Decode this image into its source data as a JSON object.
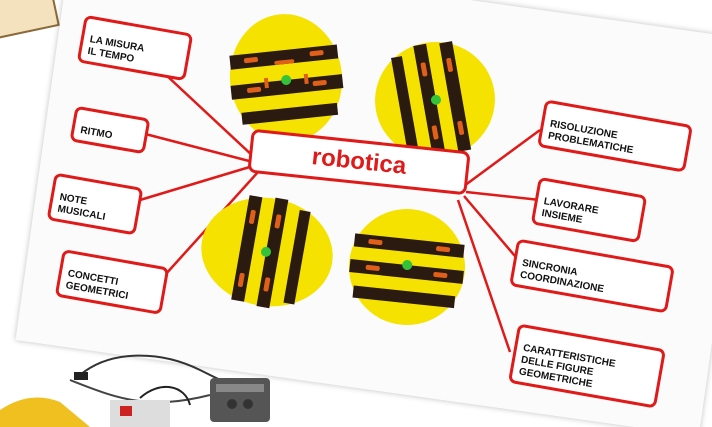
{
  "center_label": "robotica",
  "left_labels": [
    {
      "id": "misura",
      "text": "LA MISURA\nIL TEMPO"
    },
    {
      "id": "ritmo",
      "text": "RITMO"
    },
    {
      "id": "note",
      "text": "NOTE\nMUSICALI"
    },
    {
      "id": "concetti",
      "text": "CONCETTI\nGEOMETRICI"
    }
  ],
  "right_labels": [
    {
      "id": "risoluzione",
      "text": "RISOLUZIONE\nPROBLEMATICHE"
    },
    {
      "id": "lavorare",
      "text": "LAVORARE\nINSIEME"
    },
    {
      "id": "sincronia",
      "text": "SINCRONIA\nCOORDINAZIONE"
    },
    {
      "id": "caratteristiche",
      "text": "CARATTERISTICHE\nDELLE FIGURE\nGEOMETRICHE"
    }
  ],
  "colors": {
    "accent_red": "#e01919",
    "robot_yellow": "#f5e200",
    "robot_stripe": "#2a1a10",
    "eye_orange": "#e0601a",
    "button_green": "#33c23a"
  }
}
